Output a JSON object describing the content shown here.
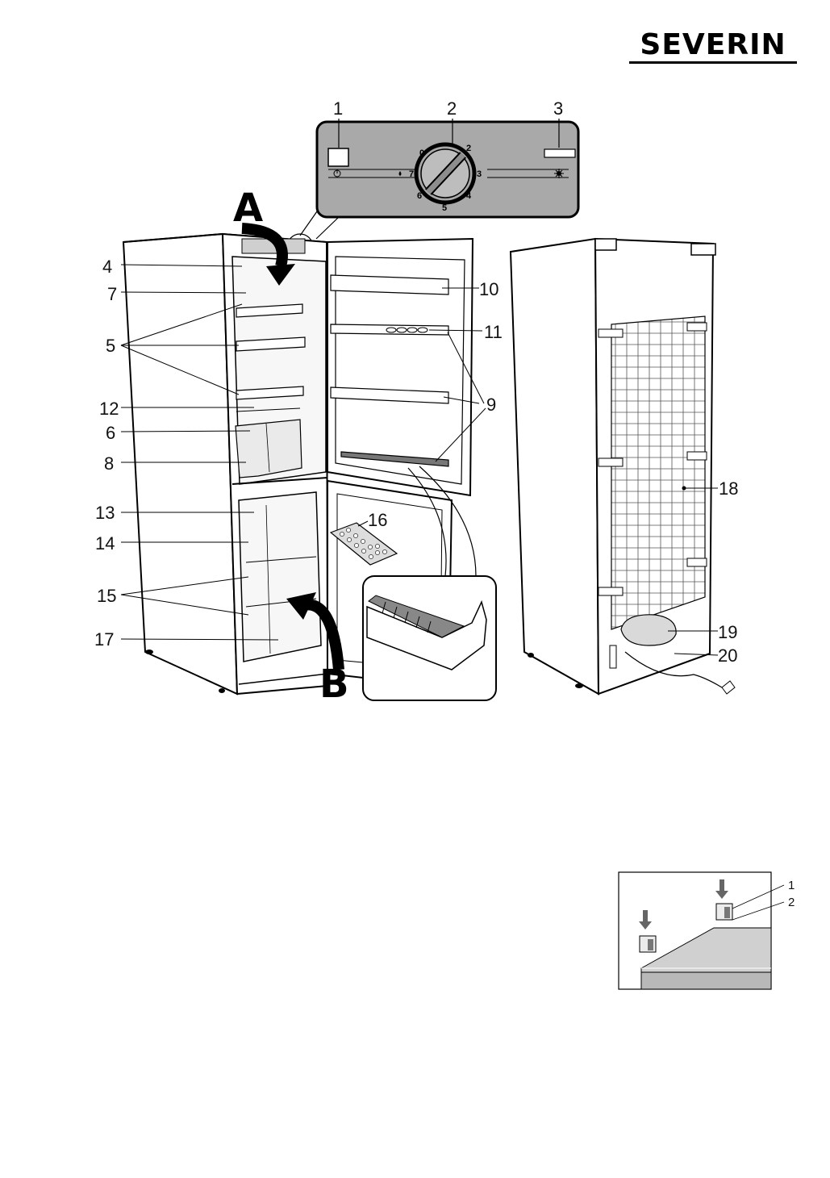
{
  "brand": "SEVERIN",
  "panel_callouts": [
    "1",
    "2",
    "3"
  ],
  "dial_numbers": [
    "0",
    "2",
    "3",
    "4",
    "5",
    "6",
    "7"
  ],
  "arrows": {
    "a": "A",
    "b": "B"
  },
  "left_callouts": [
    "4",
    "7",
    "5",
    "12",
    "6",
    "8",
    "13",
    "14",
    "15",
    "17"
  ],
  "door_callouts": [
    "10",
    "11",
    "9",
    "16"
  ],
  "back_callouts": [
    "18",
    "19",
    "20"
  ],
  "inset_callouts": [
    "1",
    "2"
  ],
  "icons": [
    "power-icon",
    "drop-icon",
    "sun-icon",
    "down-arrow-icon"
  ]
}
